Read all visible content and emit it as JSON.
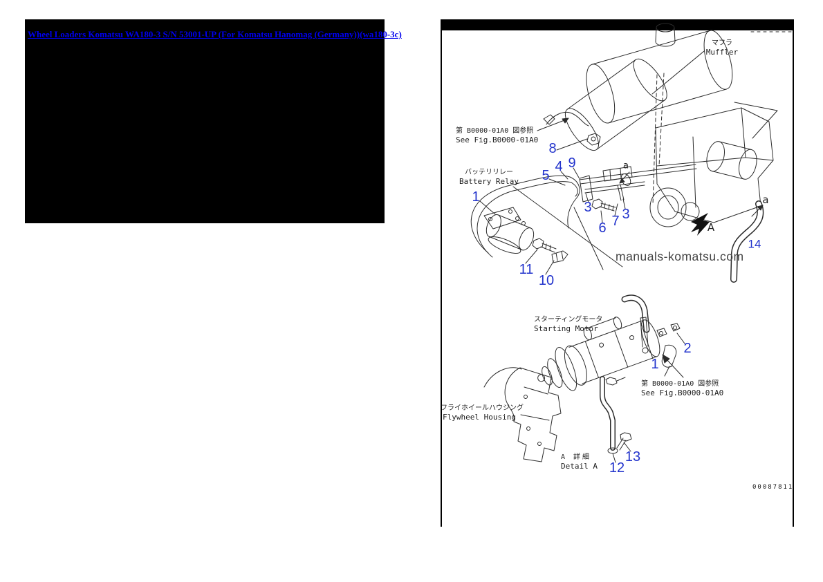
{
  "header": {
    "link_text": "Wheel Loaders Komatsu WA180-3 S/N 53001-UP (For Komatsu Hanomag (Germany))(wa180-3c)"
  },
  "diagram": {
    "watermark": "manuals-komatsu.com",
    "drawing_number": "00087811",
    "labels": {
      "muffler": {
        "jp": "マフラ",
        "en": "Muffler"
      },
      "see_fig_top": {
        "jp": "第 B0000-01A0 図参照",
        "en": "See Fig.B0000-01A0"
      },
      "battery_relay": {
        "jp": "バッテリリレー",
        "en": "Battery Relay"
      },
      "starting_motor": {
        "jp": "スターティングモータ",
        "en": "Starting Motor"
      },
      "see_fig_bottom": {
        "jp": "第 B0000-01A0 図参照",
        "en": "See Fig.B0000-01A0"
      },
      "flywheel_housing": {
        "jp": "フライホイールハウジング",
        "en": "Flywheel Housing"
      },
      "detail_a": {
        "jp": "A 詳細",
        "en": "Detail A"
      },
      "ref_a_upper": "a",
      "ref_a_lower": "a",
      "ref_arrow_a": "A"
    },
    "callouts": [
      {
        "n": "8"
      },
      {
        "n": "9"
      },
      {
        "n": "4"
      },
      {
        "n": "5"
      },
      {
        "n": "1"
      },
      {
        "n": "3"
      },
      {
        "n": "3"
      },
      {
        "n": "7"
      },
      {
        "n": "6"
      },
      {
        "n": "11"
      },
      {
        "n": "10"
      },
      {
        "n": "14"
      },
      {
        "n": "2"
      },
      {
        "n": "1"
      },
      {
        "n": "13"
      },
      {
        "n": "12"
      }
    ]
  },
  "colors": {
    "link": "#0000ee",
    "callout": "#2233cc",
    "watermark": "#444444"
  }
}
